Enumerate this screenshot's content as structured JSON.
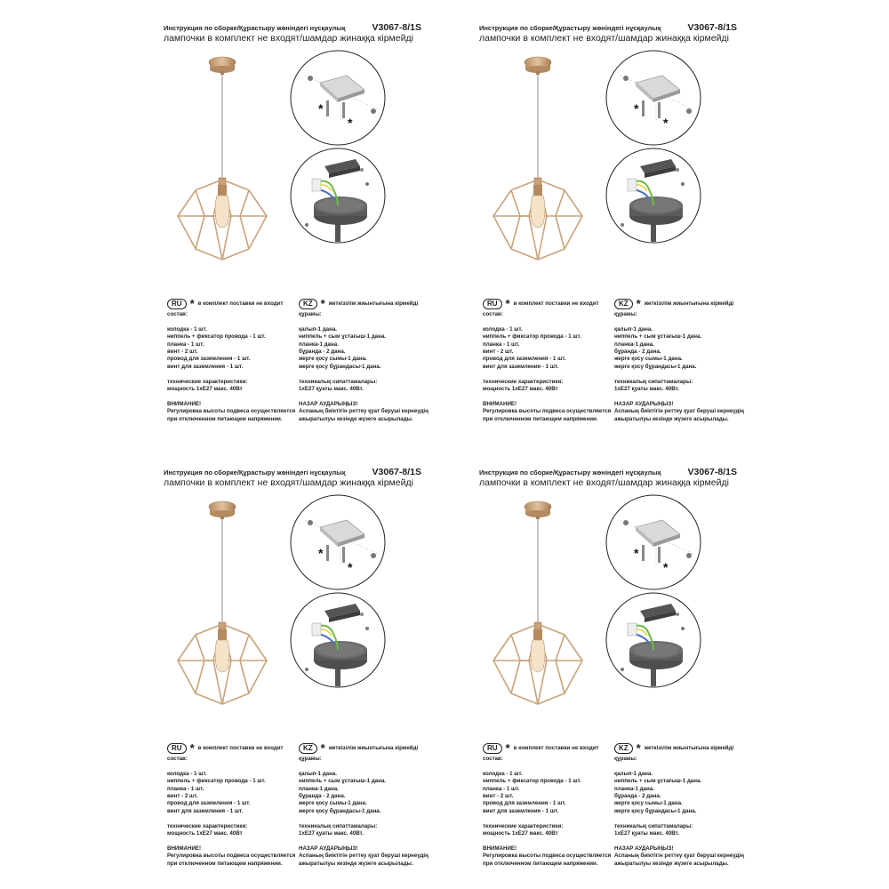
{
  "header": {
    "title": "Инструкция по сборке/Құрастыру жөніндегі нұсқаулық",
    "code": "V3067-8/1S",
    "subtitle": "лампочки в комплект не входят/шамдар жинаққа кірмейді"
  },
  "ru": {
    "badge": "RU",
    "star": "*",
    "note": "в комплект поставки не входит",
    "contents_head": "состав:",
    "items": [
      "колодка - 1 шт.",
      "ниппель + фиксатор провода - 1 шт.",
      "планка - 1 шт.",
      "винт - 2 шт.",
      "провод для заземления - 1 шт.",
      "винт для заземления - 1 шт."
    ],
    "tech_head": "технические характеристики:",
    "tech_value": "мощность 1xE27 макс. 40Вт",
    "warn_head": "ВНИМАНИЕ!",
    "warn_lines": [
      "Регулировка высоты подвеса осуществляется",
      "при отключенном питающем напряжении."
    ]
  },
  "kz": {
    "badge": "KZ",
    "star": "*",
    "note": "жеткізілім жиынтығына кірмейді",
    "contents_head": "құрамы:",
    "items": [
      "қалып-1 дана.",
      "ниппель + сым ұстағыш-1 дана.",
      "планка-1 дана.",
      "бұранда - 2 дана.",
      "жерге қосу сымы-1 дана.",
      "жерге қосу бұрандасы-1 дана."
    ],
    "tech_head": "техникалық сипаттамалары:",
    "tech_value": "1xE27 қуаты макс. 40Вт.",
    "warn_head": "НАЗАР АУДАРЫҢЫЗ!",
    "warn_lines": [
      "Аспаның биіктігін реттеу қуат беруші кернеудің",
      "ажыратылуы кезінде жүзеге асырылады."
    ]
  },
  "colors": {
    "gold": "#c9a37a",
    "dark_metal": "#555555",
    "wire_green": "#6dbb45",
    "wire_yellow": "#e1d23c",
    "wire_blue": "#4a6fc0"
  }
}
